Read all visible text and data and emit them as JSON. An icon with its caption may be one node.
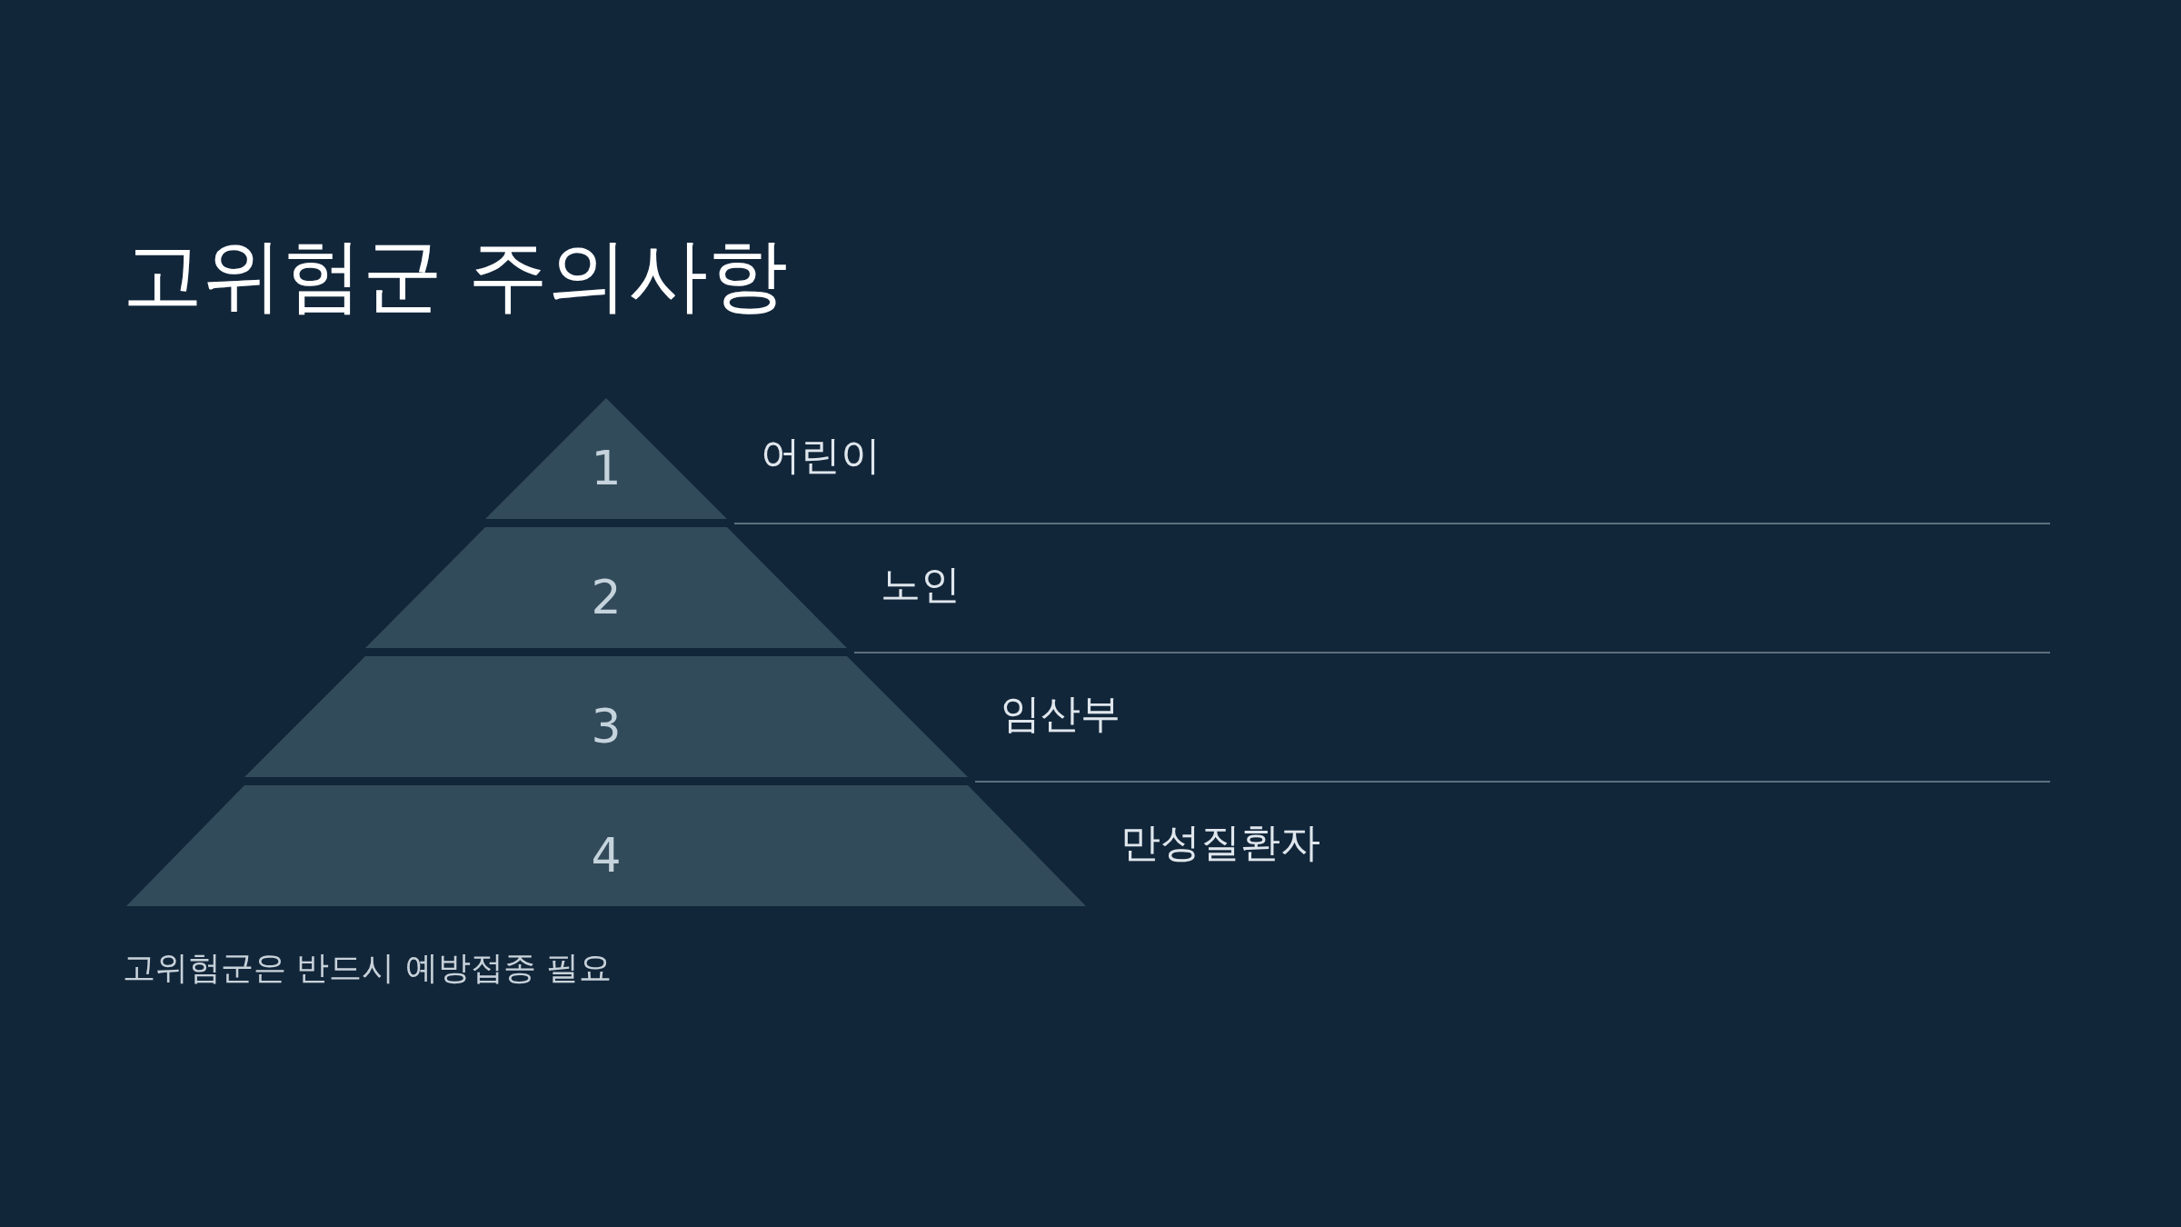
{
  "diagram": {
    "title": "고위험군 주의사항",
    "caption": "고위험군은 반드시 예방접종 필요",
    "nodes": [
      {
        "text": [
          "1"
        ],
        "beside": [
          "어린이"
        ]
      },
      {
        "text": [
          "2"
        ],
        "beside": [
          "노인"
        ]
      },
      {
        "text": [
          "3"
        ],
        "beside": [
          "임산부"
        ]
      },
      {
        "text": [
          "4"
        ],
        "beside": [
          "만성질환자"
        ]
      }
    ]
  }
}
